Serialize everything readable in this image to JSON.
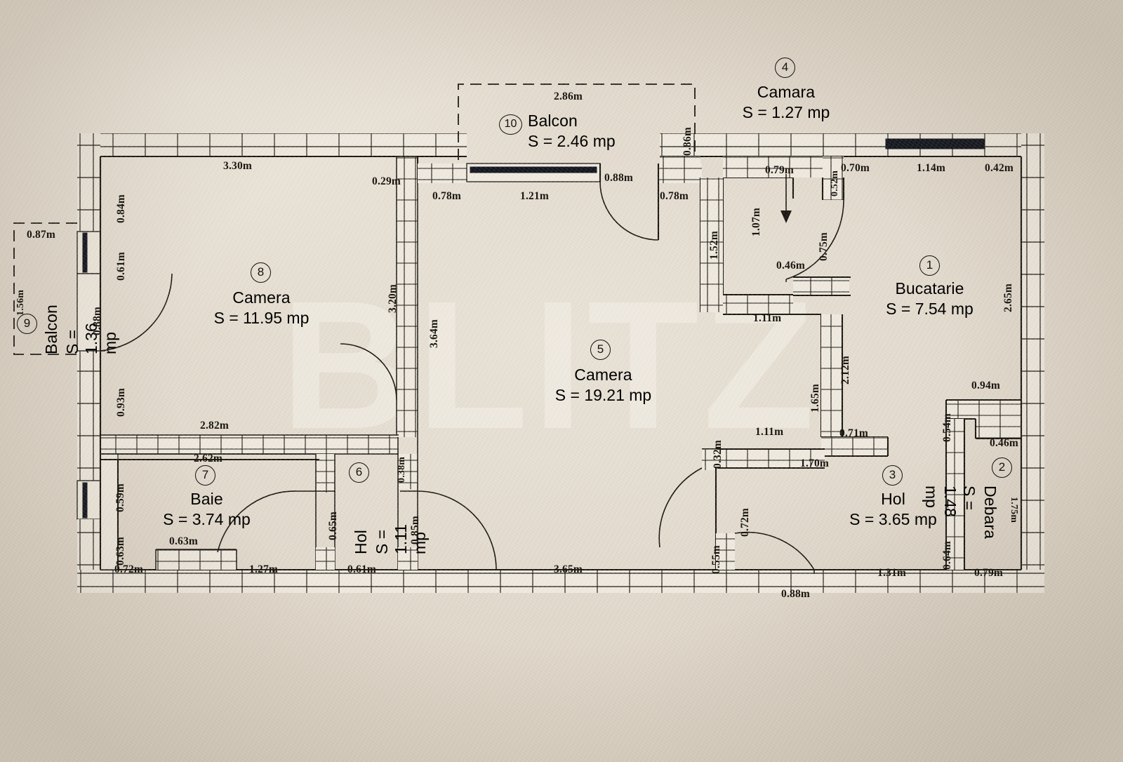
{
  "document": {
    "type": "floor-plan",
    "language": "ro",
    "watermark": "BLITZ"
  },
  "rooms": [
    {
      "id": "1",
      "name": "Bucatarie",
      "area": "S = 7.54 mp"
    },
    {
      "id": "2",
      "name": "Debara",
      "area": "S = 1.48 mp"
    },
    {
      "id": "3",
      "name": "Hol",
      "area": "S = 3.65 mp"
    },
    {
      "id": "4",
      "name": "Camara",
      "area": "S = 1.27 mp"
    },
    {
      "id": "5",
      "name": "Camera",
      "area": "S = 19.21 mp"
    },
    {
      "id": "6",
      "name": "Hol",
      "area": "S = 1.11 mp"
    },
    {
      "id": "7",
      "name": "Baie",
      "area": "S = 3.74 mp"
    },
    {
      "id": "8",
      "name": "Camera",
      "area": "S = 11.95 mp"
    },
    {
      "id": "9",
      "name": "Balcon",
      "area": "S = 1.36 mp"
    },
    {
      "id": "10",
      "name": "Balcon",
      "area": "S = 2.46 mp"
    }
  ],
  "dimensions": {
    "d_330": "3.30m",
    "d_084": "0.84m",
    "d_061": "0.61m",
    "d_087": "0.87m",
    "d_156": "1.56m",
    "d_088_balcon9": "0.88m",
    "d_093": "0.93m",
    "d_282": "2.82m",
    "d_262": "2.62m",
    "d_059": "0.59m",
    "d_063_v": "0.63m",
    "d_072": "0.72m",
    "d_063_h": "0.63m",
    "d_127": "1.27m",
    "d_065": "0.65m",
    "d_061_hol": "0.61m",
    "d_085": "0.85m",
    "d_038": "0.38m",
    "d_029": "0.29m",
    "d_320": "3.20m",
    "d_364": "3.64m",
    "d_286": "2.86m",
    "d_078_left": "0.78m",
    "d_121": "1.21m",
    "d_088_balcon10": "0.88m",
    "d_078_right": "0.78m",
    "d_086": "0.86m",
    "d_152": "1.52m",
    "d_107": "1.07m",
    "d_079": "0.79m",
    "d_052": "0.52m",
    "d_070": "0.70m",
    "d_114": "1.14m",
    "d_042": "0.42m",
    "d_075": "0.75m",
    "d_046_camara": "0.46m",
    "d_111_top": "1.11m",
    "d_265": "2.65m",
    "d_212": "2.12m",
    "d_165": "1.65m",
    "d_111_bot": "1.11m",
    "d_071": "0.71m",
    "d_170": "1.70m",
    "d_032": "0.32m",
    "d_072_hol3": "0.72m",
    "d_055": "0.55m",
    "d_088_bot": "0.88m",
    "d_365": "3.65m",
    "d_131": "1.31m",
    "d_064": "0.64m",
    "d_079_debara": "0.79m",
    "d_175": "1.75m",
    "d_094": "0.94m",
    "d_054": "0.54m",
    "d_046_deb": "0.46m"
  },
  "colors": {
    "ink": "#14120f",
    "paper": "#e4dccf",
    "wall_fill": "#efe9de",
    "window_bar": "#10131c",
    "watermark": "#f3efe6"
  }
}
